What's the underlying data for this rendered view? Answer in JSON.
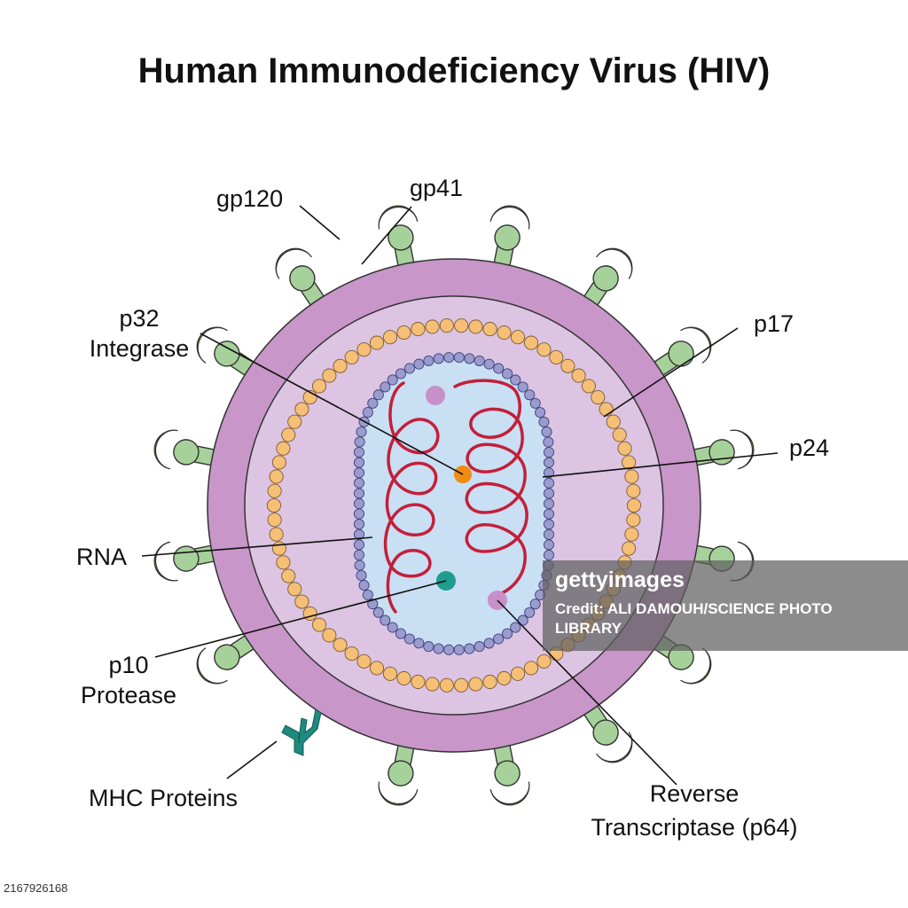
{
  "title": "Human Immunodeficiency Virus (HIV)",
  "labels": {
    "gp120": "gp120",
    "gp41": "gp41",
    "p32_line1": "p32",
    "p32_line2": "Integrase",
    "p17": "p17",
    "p24": "p24",
    "rna": "RNA",
    "p10_line1": "p10",
    "p10_line2": "Protease",
    "mhc": "MHC Proteins",
    "rt_line1": "Reverse",
    "rt_line2": "Transcriptase (p64)"
  },
  "watermark": {
    "brand": "gettyimages",
    "credit": "Credit: ALI DAMOUH/SCIENCE PHOTO LIBRARY"
  },
  "image_id": "2167926168",
  "colors": {
    "envelope_outer": "#c896c8",
    "envelope_inner": "#dcc4e2",
    "matrix_bead": "#f6bf76",
    "capsid_bead": "#9a9ccf",
    "core_fill": "#c9dff3",
    "rna": "#c31f3a",
    "spike_stem": "#a7d19a",
    "spike_cap": "#f3c21e",
    "integrase": "#f08c12",
    "protease": "#1e9c91",
    "reverse_transcriptase": "#c890c8",
    "mhc": "#1f8a7e"
  }
}
